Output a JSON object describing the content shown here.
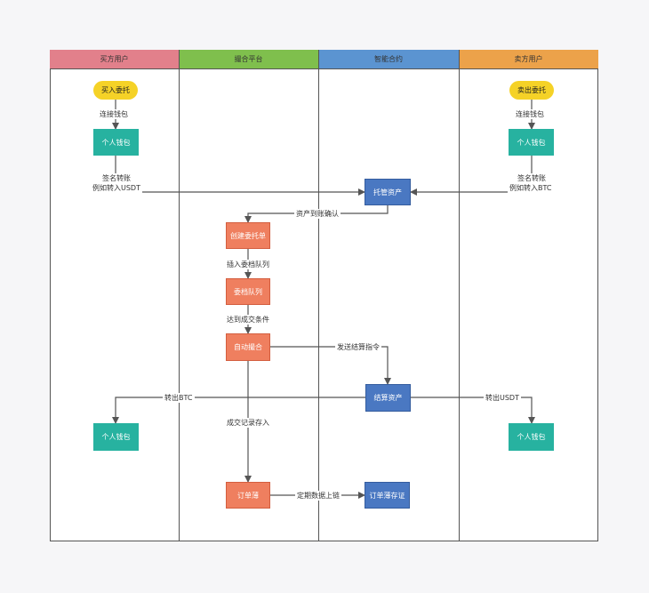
{
  "lanes": {
    "buyer": "买方用户",
    "platform": "撮合平台",
    "contract": "智能合约",
    "seller": "卖方用户"
  },
  "lane_colors": {
    "buyer": "#e2808b",
    "platform": "#7fbf4d",
    "contract": "#5b94d1",
    "seller": "#eca24a"
  },
  "nodes": {
    "buy_order": "买入委托",
    "buyer_wallet": "个人钱包",
    "sell_order": "卖出委托",
    "seller_wallet": "个人钱包",
    "custody_assets": "托管资产",
    "create_order": "创建委托单",
    "order_queue": "委档队列",
    "auto_match": "自动撮合",
    "settle_assets": "结算资产",
    "buyer_wallet_receive": "个人钱包",
    "seller_wallet_receive": "个人钱包",
    "order_book": "订单薄",
    "order_book_proof": "订单薄存证"
  },
  "edges": {
    "buyer_connect": "连接钱包",
    "seller_connect": "连接钱包",
    "buyer_sign_1": "签名转账",
    "buyer_sign_2": "例如转入USDT",
    "seller_sign_1": "签名转账",
    "seller_sign_2": "例如转入BTC",
    "asset_confirm": "资产到账确认",
    "insert_queue": "插入委档队列",
    "reach_condition": "达到成交条件",
    "send_settle": "发送结算指令",
    "transfer_btc": "转出BTC",
    "transfer_usdt": "转出USDT",
    "record_trade": "成交记录存入",
    "periodic_chain": "定期数据上链"
  }
}
